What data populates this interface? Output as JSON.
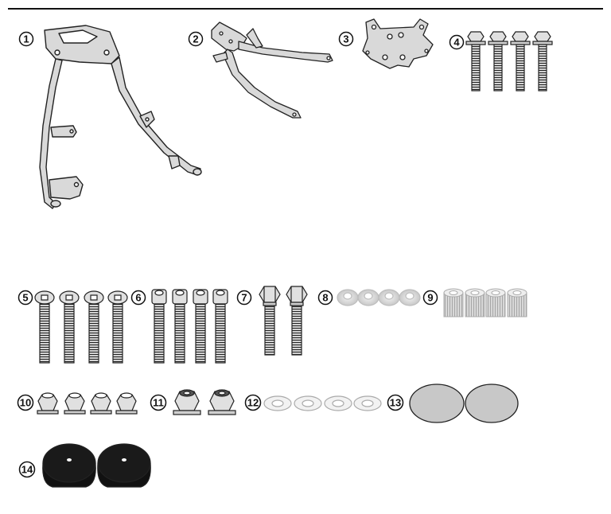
{
  "parts": [
    {
      "number": "1",
      "name": "rear-frame-bracket"
    },
    {
      "number": "2",
      "name": "support-arm-bracket"
    },
    {
      "number": "3",
      "name": "center-mount-plate"
    },
    {
      "number": "4",
      "name": "hex-flange-bolt"
    },
    {
      "number": "5",
      "name": "button-head-screw"
    },
    {
      "number": "6",
      "name": "socket-head-screw"
    },
    {
      "number": "7",
      "name": "hex-bolt"
    },
    {
      "number": "8",
      "name": "flat-spacer"
    },
    {
      "number": "9",
      "name": "tall-spacer"
    },
    {
      "number": "10",
      "name": "hex-lock-nut"
    },
    {
      "number": "11",
      "name": "large-flange-nut"
    },
    {
      "number": "12",
      "name": "flat-washer"
    },
    {
      "number": "13",
      "name": "adhesive-pad"
    },
    {
      "number": "14",
      "name": "rubber-foot"
    }
  ]
}
